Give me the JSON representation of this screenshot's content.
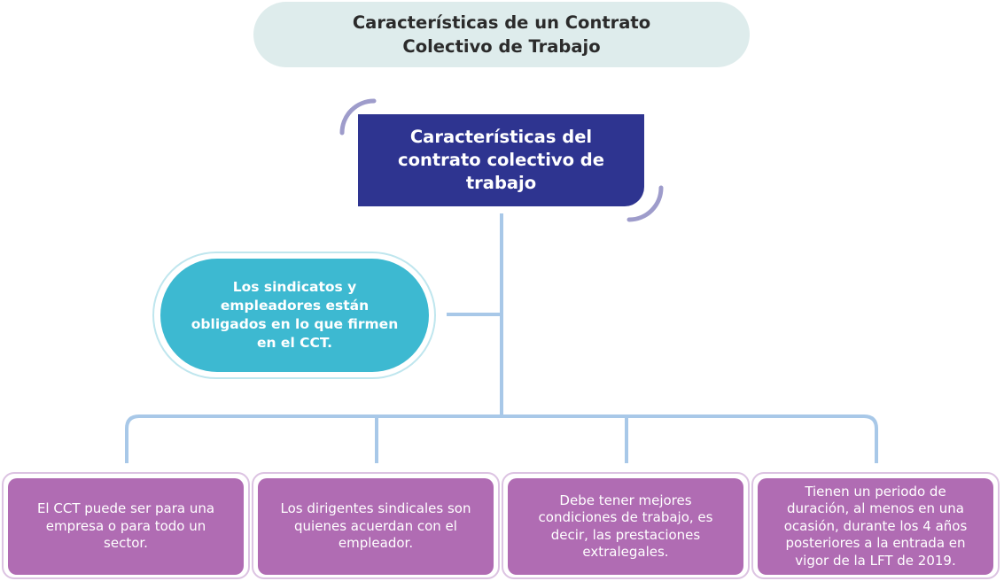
{
  "title": "Características de un Contrato\nColectivo de Trabajo",
  "main_node": "Características del\ncontrato colectivo de\ntrabajo",
  "side_node": "Los sindicatos y\nempleadores están\nobligados en lo que firmen\nen el CCT.",
  "cards": [
    "El CCT puede ser para una\nempresa o para todo un\nsector.",
    "Los dirigentes sindicales son\nquienes acuerdan con el\nempleador.",
    "Debe tener mejores\ncondiciones de trabajo, es\ndecir, las prestaciones\nextralegales.",
    "Tienen un periodo de\nduración, al menos en una\nocasión, durante los 4 años\nposteriores a la entrada en\nvigor de la LFT de 2019."
  ],
  "colors": {
    "title_bg": "#deecec",
    "main_bg": "#2e3490",
    "accent_arc": "#9e9ccb",
    "connector": "#a8c8e8",
    "teal": "#3db9d1",
    "card": "#b06cb3"
  }
}
